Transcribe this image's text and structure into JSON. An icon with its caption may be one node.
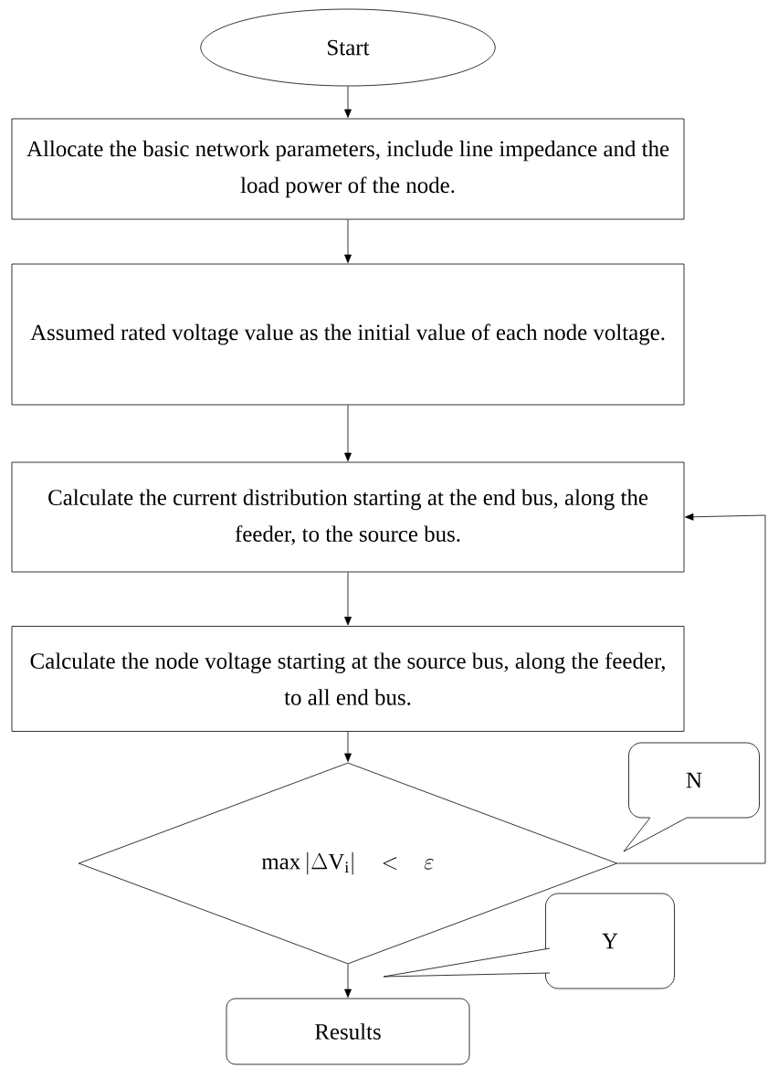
{
  "diagram": {
    "nodes": [
      {
        "text": [
          "Start"
        ]
      },
      {
        "text": [
          "Allocate the basic network parameters, include line impedance and the load power of the node."
        ]
      },
      {
        "text": [
          "Assumed rated voltage value as the initial value of each node voltage."
        ]
      },
      {
        "text": [
          "Calculate the current distribution starting at the end bus, along the feeder, to the source bus."
        ]
      },
      {
        "text": [
          "Calculate the node voltage starting at the source bus, along the feeder, to all end bus."
        ]
      },
      {
        "text": [
          "N"
        ]
      },
      {
        "text": [
          "\\max|\\Delta \\mathrm{V_i}| < \\varepsilon"
        ]
      },
      {
        "text": [
          "Y"
        ]
      },
      {
        "text": [
          "Results"
        ]
      }
    ],
    "edges": [
      {
        "from": 0,
        "to": 1,
        "arrow": "to"
      },
      {
        "from": 1,
        "to": 2,
        "arrow": "to"
      },
      {
        "from": 2,
        "to": 3,
        "arrow": "to"
      },
      {
        "from": 3,
        "to": 4,
        "arrow": "to"
      },
      {
        "from": 4,
        "to": 6,
        "arrow": "to"
      },
      {
        "from": 6,
        "to": 8,
        "arrow": "to"
      },
      {
        "from": 6,
        "to": 3,
        "arrow": "to"
      }
    ]
  }
}
